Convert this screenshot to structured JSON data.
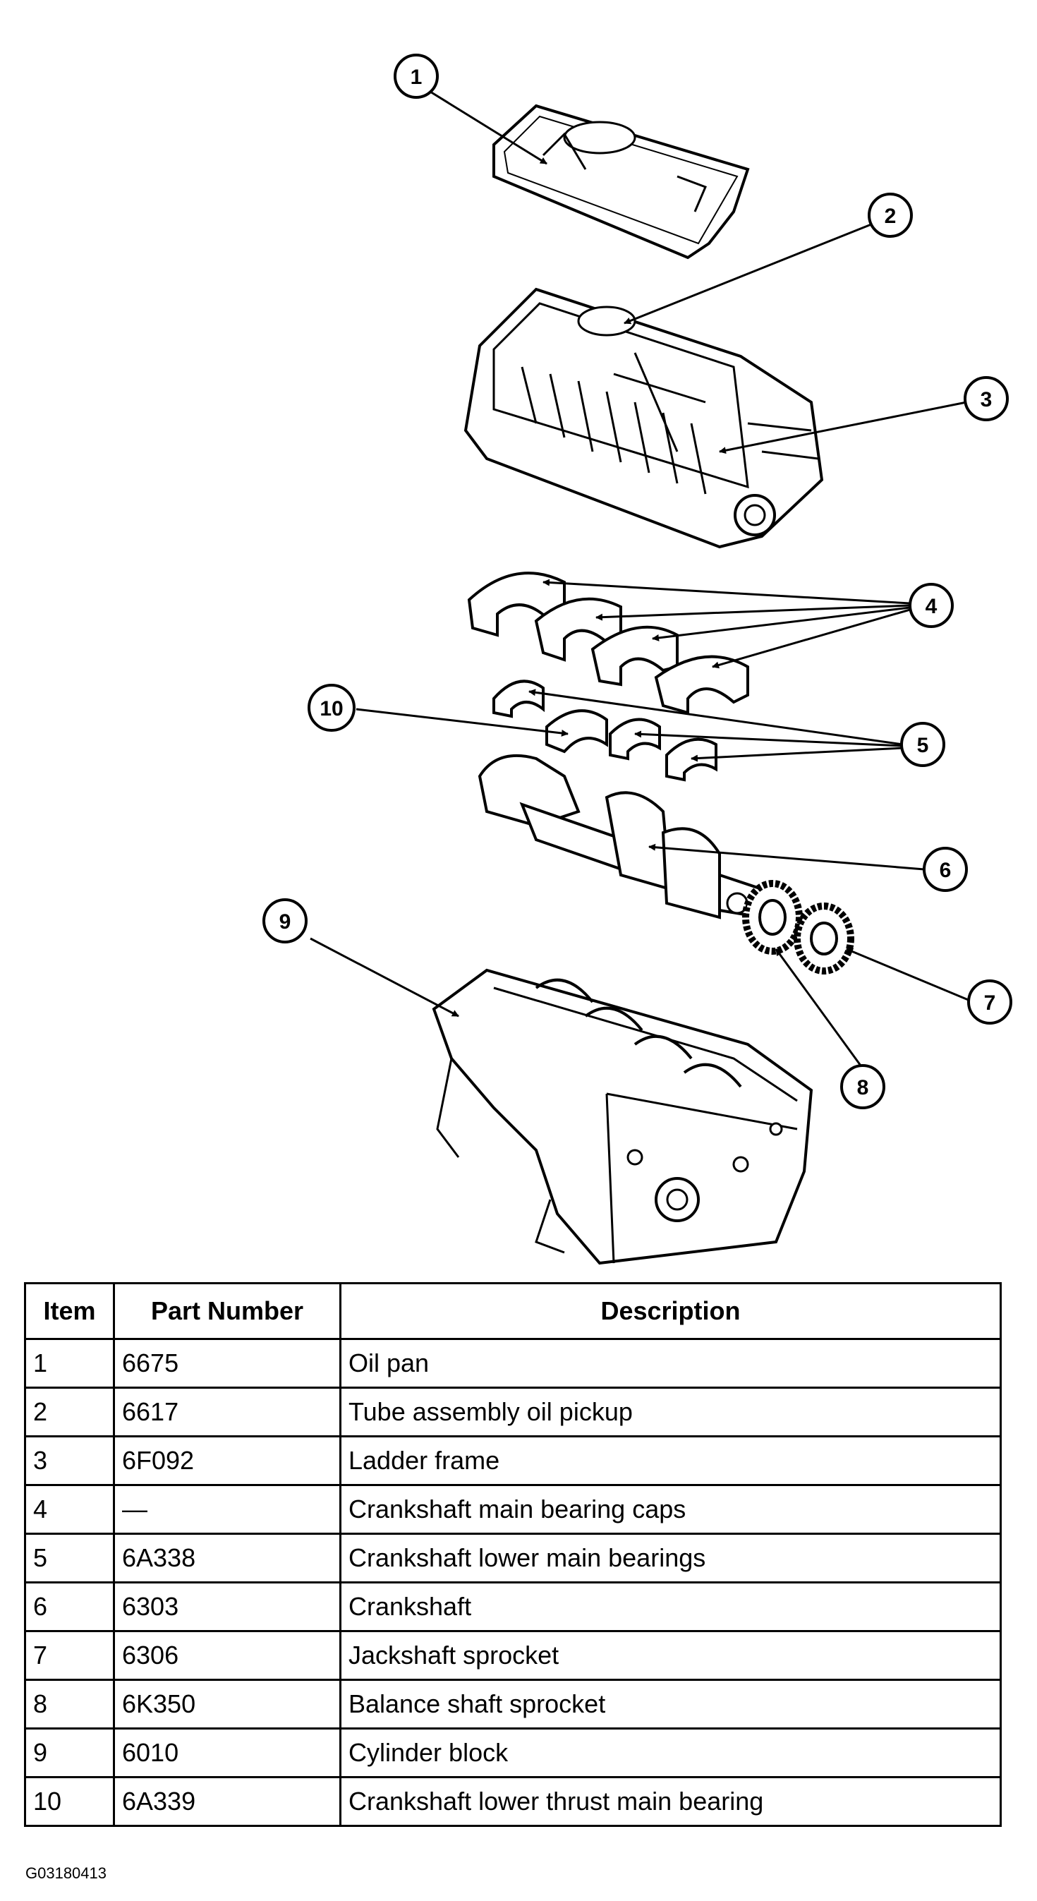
{
  "callouts": [
    {
      "number": "1"
    },
    {
      "number": "2"
    },
    {
      "number": "3"
    },
    {
      "number": "4"
    },
    {
      "number": "5"
    },
    {
      "number": "6"
    },
    {
      "number": "7"
    },
    {
      "number": "8"
    },
    {
      "number": "9"
    },
    {
      "number": "10"
    }
  ],
  "table": {
    "headers": [
      "Item",
      "Part Number",
      "Description"
    ],
    "rows": [
      [
        "1",
        "6675",
        "Oil pan"
      ],
      [
        "2",
        "6617",
        "Tube assembly oil pickup"
      ],
      [
        "3",
        "6F092",
        "Ladder frame"
      ],
      [
        "4",
        "—",
        "Crankshaft main bearing caps"
      ],
      [
        "5",
        "6A338",
        "Crankshaft lower main bearings"
      ],
      [
        "6",
        "6303",
        "Crankshaft"
      ],
      [
        "7",
        "6306",
        "Jackshaft sprocket"
      ],
      [
        "8",
        "6K350",
        "Balance shaft sprocket"
      ],
      [
        "9",
        "6010",
        "Cylinder block"
      ],
      [
        "10",
        "6A339",
        "Crankshaft lower thrust main bearing"
      ]
    ]
  },
  "figure_code": "G03180413"
}
